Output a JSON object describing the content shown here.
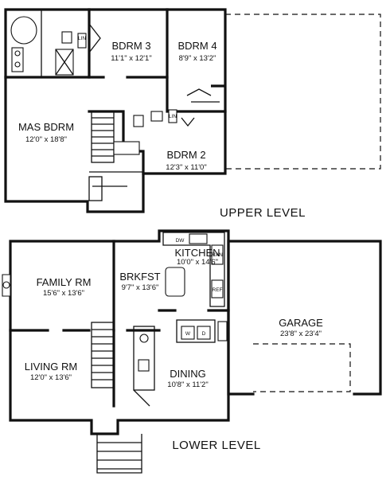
{
  "upper_level": {
    "label": "UPPER LEVEL",
    "rooms": [
      {
        "name": "BDRM 3",
        "size": "11'1\" x 12'1\""
      },
      {
        "name": "BDRM 4",
        "size": "8'9\" x 13'2\""
      },
      {
        "name": "MAS BDRM",
        "size": "12'0\" x 18'8\""
      },
      {
        "name": "BDRM 2",
        "size": "12'3\" x 11'0\""
      }
    ],
    "fixtures": {
      "linen_a": "LIN",
      "linen_b": "LIN"
    }
  },
  "lower_level": {
    "label": "LOWER LEVEL",
    "rooms": [
      {
        "name": "KITCHEN",
        "size": "10'0\" x 14'6\""
      },
      {
        "name": "BRKFST",
        "size": "9'7\" x 13'6\""
      },
      {
        "name": "FAMILY RM",
        "size": "15'6\" x 13'6\""
      },
      {
        "name": "GARAGE",
        "size": "23'8\" x 23'4\""
      },
      {
        "name": "LIVING RM",
        "size": "12'0\" x 13'6\""
      },
      {
        "name": "DINING",
        "size": "10'8\" x 11'2\""
      }
    ],
    "appliances": {
      "dishwasher": "DW",
      "range": "RAN",
      "refrigerator": "REF",
      "washer": "W",
      "dryer": "D"
    }
  }
}
